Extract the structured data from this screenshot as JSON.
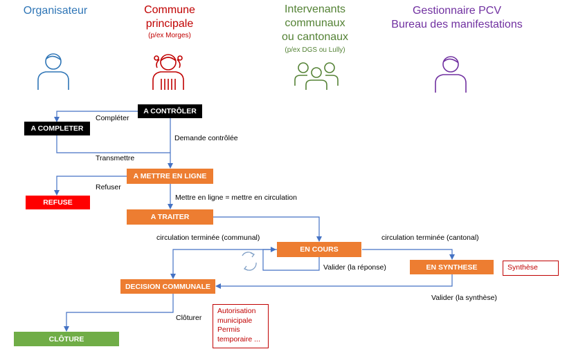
{
  "colors": {
    "organisateur": "#2e75b6",
    "commune": "#c00000",
    "intervenants": "#548235",
    "gestionnaire": "#7030a0",
    "orange": "#ed7d31",
    "black": "#000000",
    "red": "#ff0000",
    "green": "#70ad47",
    "connector": "#4472c4"
  },
  "roles": {
    "organisateur": {
      "title": "Organisateur",
      "icon": "person-icon"
    },
    "commune": {
      "title_line1": "Commune",
      "title_line2": "principale",
      "subtitle": "(p/ex Morges)",
      "icon": "person-female-icon"
    },
    "intervenants": {
      "title_line1": "Intervenants",
      "title_line2": "communaux",
      "title_line3": "ou cantonaux",
      "subtitle": "(p/ex DGS ou Lully)",
      "icon": "group-icon"
    },
    "gestionnaire": {
      "title_line1": "Gestionnaire PCV",
      "title_line2": "Bureau des manifestations",
      "icon": "person-icon"
    }
  },
  "states": {
    "a_controler": "A CONTRÔLER",
    "a_completer": "A COMPLETER",
    "a_mettre_en_ligne": "A METTRE EN LIGNE",
    "refuse": "REFUSE",
    "a_traiter": "A  TRAITER",
    "en_cours": "EN COURS",
    "en_synthese": "EN SYNTHESE",
    "decision_communale": "DECISION COMMUNALE",
    "cloture": "CLÔTURE"
  },
  "transitions": {
    "completer": "Compléter",
    "demande_controlee": "Demande contrôlée",
    "transmettre": "Transmettre",
    "refuser": "Refuser",
    "mettre_en_ligne": "Mettre en ligne = mettre en circulation",
    "circulation_communal": "circulation terminée (communal)",
    "circulation_cantonal": "circulation terminée (cantonal)",
    "valider_reponse": "Valider (la réponse)",
    "valider_synthese": "Valider (la synthèse)",
    "cloturer": "Clôturer"
  },
  "notes": {
    "synthese": "Synthèse",
    "autorisation": [
      "Autorisation",
      "municipale",
      "Permis",
      "temporaire ..."
    ]
  }
}
